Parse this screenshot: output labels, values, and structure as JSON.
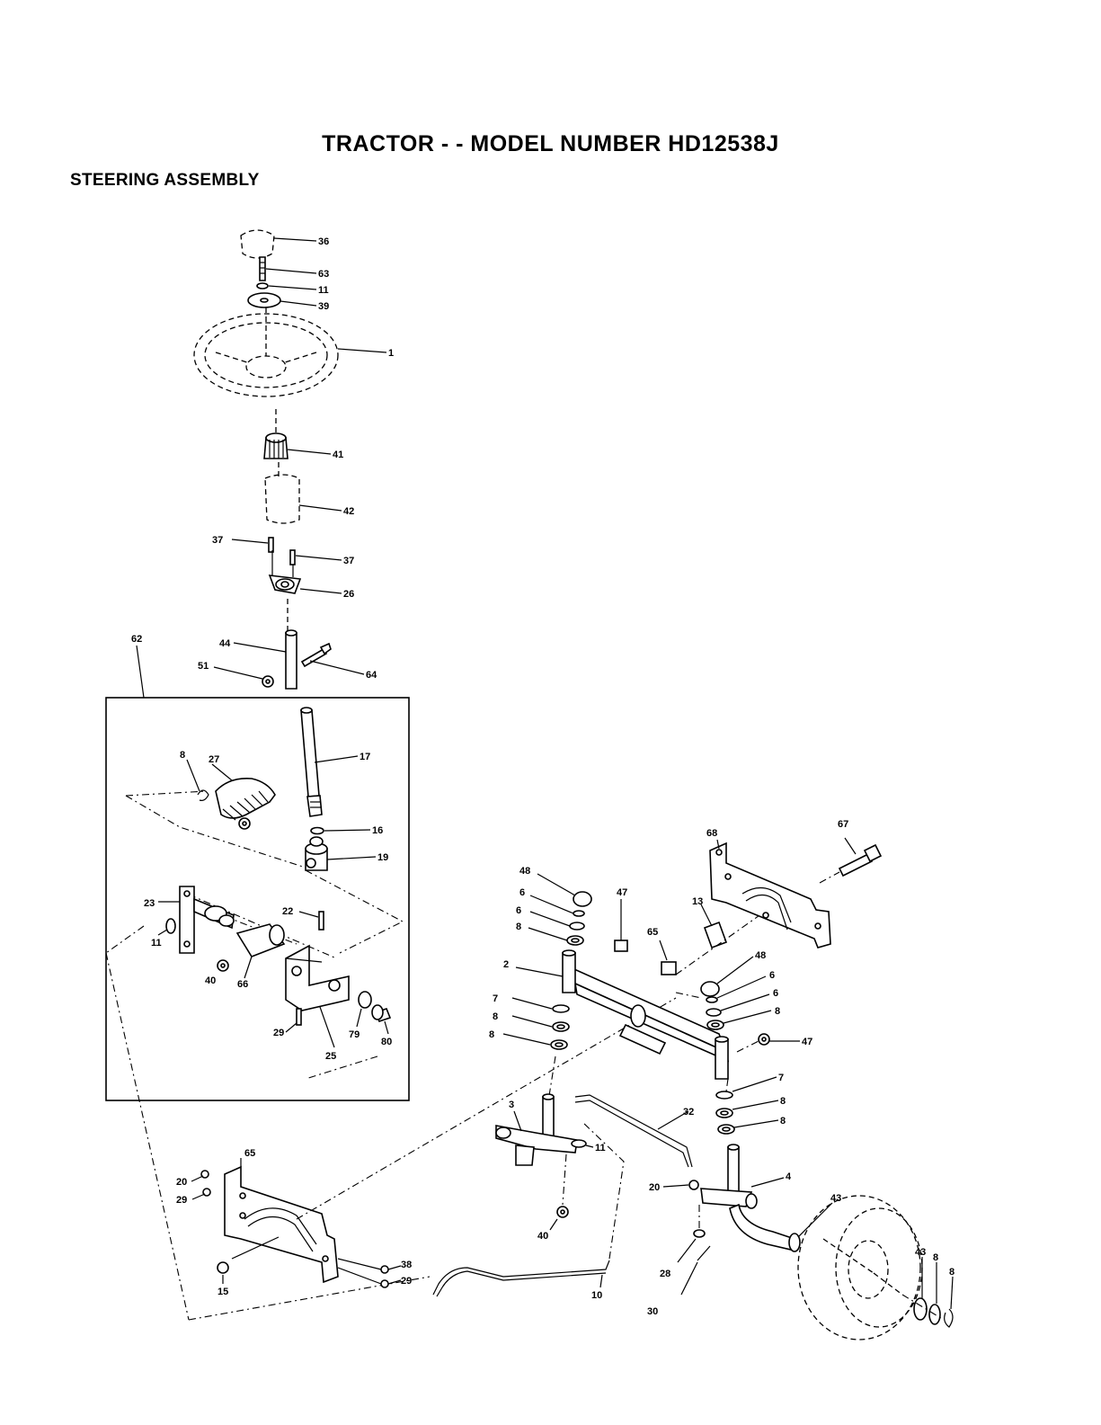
{
  "header": {
    "title": "TRACTOR - - MODEL NUMBER HD12538J",
    "section": "STEERING ASSEMBLY"
  },
  "callouts": [
    "36",
    "63",
    "11",
    "39",
    "1",
    "41",
    "42",
    "37",
    "37",
    "26",
    "62",
    "44",
    "51",
    "64",
    "17",
    "8",
    "27",
    "16",
    "19",
    "22",
    "23",
    "11",
    "40",
    "66",
    "29",
    "79",
    "80",
    "25",
    "68",
    "67",
    "48",
    "47",
    "6",
    "6",
    "8",
    "65",
    "13",
    "2",
    "48",
    "6",
    "6",
    "8",
    "7",
    "8",
    "8",
    "47",
    "7",
    "8",
    "8",
    "3",
    "32",
    "11",
    "40",
    "20",
    "4",
    "43",
    "28",
    "30",
    "43",
    "8",
    "8",
    "65",
    "20",
    "29",
    "15",
    "38",
    "29",
    "10"
  ]
}
